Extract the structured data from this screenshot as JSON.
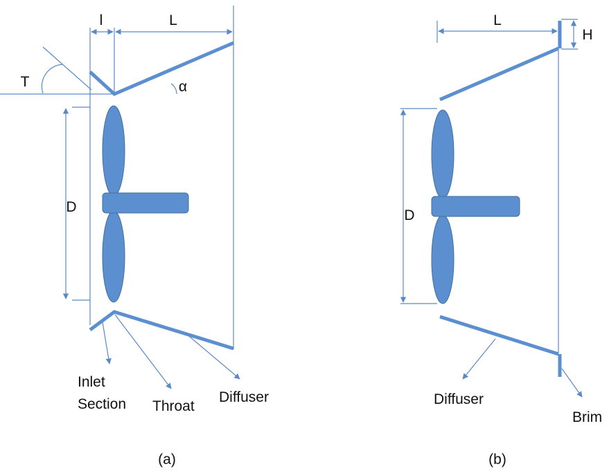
{
  "colors": {
    "body": "#5b8fd0",
    "body_stroke": "#41719c",
    "guide": "#5a8ac6"
  },
  "panel_a": {
    "labels": {
      "l": "l",
      "L": "L",
      "T": "T",
      "alpha": "α",
      "D": "D"
    },
    "callouts": {
      "inlet_line1": "Inlet",
      "inlet_line2": "Section",
      "throat": "Throat",
      "diffuser": "Diffuser"
    },
    "caption": "(a)"
  },
  "panel_b": {
    "labels": {
      "L": "L",
      "H": "H",
      "D": "D"
    },
    "callouts": {
      "diffuser": "Diffuser",
      "brim": "Brim"
    },
    "caption": "(b)"
  }
}
